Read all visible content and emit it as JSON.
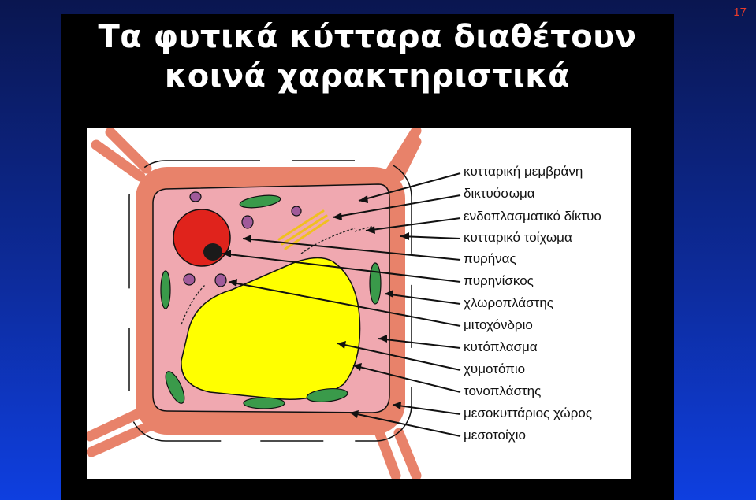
{
  "slide": {
    "number": "17"
  },
  "title": {
    "line1": "Τα φυτικά κύτταρα διαθέτουν",
    "line2": "κοινά χαρακτηριστικά"
  },
  "diagram": {
    "labels": [
      "κυτταρική μεμβράνη",
      "δικτυόσωμα",
      "ενδοπλασματικό δίκτυο",
      "κυτταρικό τοίχωμα",
      "πυρήνας",
      "πυρηνίσκος",
      "χλωροπλάστης",
      "μιτοχόνδριο",
      "κυτόπλασμα",
      "χυμοτόπιο",
      "τονοπλάστης",
      "μεσοκυττάριος χώρος",
      "μεσοτοίχιο"
    ]
  },
  "colors": {
    "cell_wall": "#e8826a",
    "cytoplasm": "#f0a8b0",
    "nucleus": "#e0231c",
    "nucleolus": "#1a1a1a",
    "vacuole": "#ffff00",
    "chloroplast": "#3a9a4a",
    "mitochondrion": "#a05a9a",
    "golgi": "#f0c020"
  }
}
